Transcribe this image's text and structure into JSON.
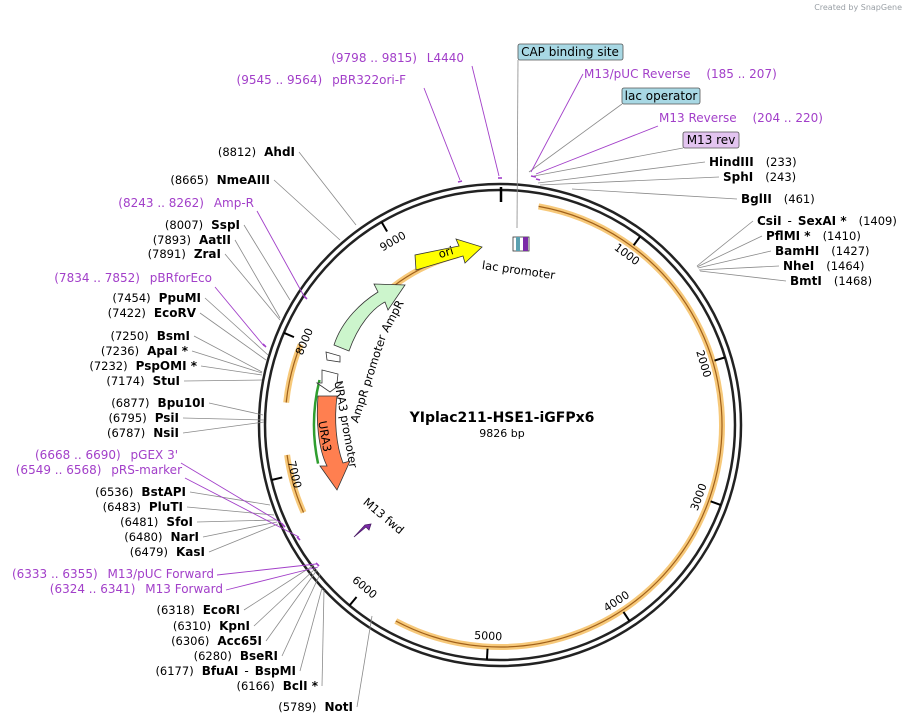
{
  "app": {
    "credit": "Created by SnapGene"
  },
  "plasmid": {
    "name": "YIplac211-HSE1-iGFPx6",
    "length_label": "9826 bp"
  },
  "ticks": [
    "1000",
    "2000",
    "3000",
    "4000",
    "5000",
    "6000",
    "7000",
    "8000",
    "9000"
  ],
  "features": {
    "ori": "ori",
    "lac_promoter": "lac promoter",
    "ampr": "AmpR",
    "ampr_promoter": "AmpR promoter",
    "ura3": "URA3",
    "ura3_promoter": "URA3 promoter",
    "m13_fwd": "M13 fwd"
  },
  "boxed_labels": [
    {
      "text": "CAP binding site",
      "color": "#a8d8e4"
    },
    {
      "text": "lac operator",
      "color": "#a8d8e4"
    },
    {
      "text": "M13 rev",
      "color": "#e3c4f0"
    }
  ],
  "primers": [
    {
      "range": "(9798 .. 9815)",
      "name": "L4440"
    },
    {
      "range": "(9545 .. 9564)",
      "name": "pBR322ori-F"
    },
    {
      "name": "M13/pUC Reverse",
      "range": "(185 .. 207)"
    },
    {
      "name": "M13 Reverse",
      "range": "(204 .. 220)"
    },
    {
      "range": "(8243 .. 8262)",
      "name": "Amp-R"
    },
    {
      "range": "(7834 .. 7852)",
      "name": "pBRforEco"
    },
    {
      "range": "(6668 .. 6690)",
      "name": "pGEX 3'"
    },
    {
      "range": "(6549 .. 6568)",
      "name": "pRS-marker"
    },
    {
      "range": "(6333 .. 6355)",
      "name": "M13/pUC Forward"
    },
    {
      "range": "(6324 .. 6341)",
      "name": "M13 Forward"
    }
  ],
  "sites_right": [
    {
      "name": "HindIII",
      "pos": "(233)"
    },
    {
      "name": "SphI",
      "pos": "(243)"
    },
    {
      "name": "BglII",
      "pos": "(461)"
    },
    {
      "name": "CsiI",
      "extra": "SexAI *",
      "pos": "(1409)"
    },
    {
      "name": "PflMI *",
      "pos": "(1410)"
    },
    {
      "name": "BamHI",
      "pos": "(1427)"
    },
    {
      "name": "NheI",
      "pos": "(1464)"
    },
    {
      "name": "BmtI",
      "pos": "(1468)"
    }
  ],
  "sites_left": [
    {
      "pos": "(8812)",
      "name": "AhdI"
    },
    {
      "pos": "(8665)",
      "name": "NmeAIII"
    },
    {
      "pos": "(8007)",
      "name": "SspI"
    },
    {
      "pos": "(7893)",
      "name": "AatII"
    },
    {
      "pos": "(7891)",
      "name": "ZraI"
    },
    {
      "pos": "(7454)",
      "name": "PpuMI"
    },
    {
      "pos": "(7422)",
      "name": "EcoRV"
    },
    {
      "pos": "(7250)",
      "name": "BsmI"
    },
    {
      "pos": "(7236)",
      "name": "ApaI *"
    },
    {
      "pos": "(7232)",
      "name": "PspOMI *"
    },
    {
      "pos": "(7174)",
      "name": "StuI"
    },
    {
      "pos": "(6877)",
      "name": "Bpu10I"
    },
    {
      "pos": "(6795)",
      "name": "PsiI"
    },
    {
      "pos": "(6787)",
      "name": "NsiI"
    },
    {
      "pos": "(6536)",
      "name": "BstAPI"
    },
    {
      "pos": "(6483)",
      "name": "PluTI"
    },
    {
      "pos": "(6481)",
      "name": "SfoI"
    },
    {
      "pos": "(6480)",
      "name": "NarI"
    },
    {
      "pos": "(6479)",
      "name": "KasI"
    },
    {
      "pos": "(6318)",
      "name": "EcoRI"
    },
    {
      "pos": "(6310)",
      "name": "KpnI"
    },
    {
      "pos": "(6306)",
      "name": "Acc65I"
    },
    {
      "pos": "(6280)",
      "name": "BseRI"
    },
    {
      "pos": "(6177)",
      "name": "BfuAI",
      "extra": "BspMI"
    },
    {
      "pos": "(6166)",
      "name": "BclI *"
    },
    {
      "pos": "(5789)",
      "name": "NotI"
    }
  ]
}
